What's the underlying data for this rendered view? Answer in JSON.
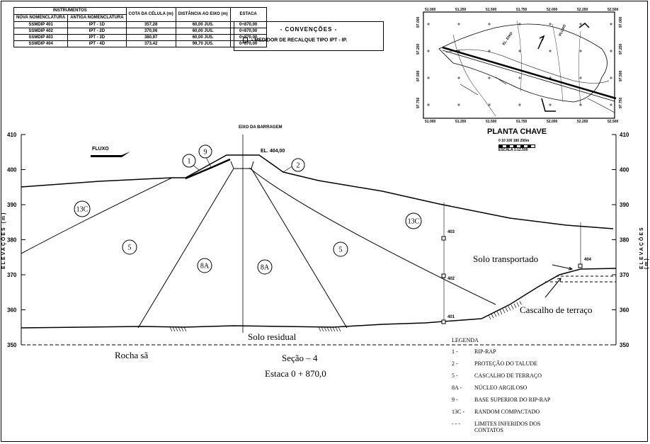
{
  "instruments_table": {
    "headers": [
      "INSTRUMENTOS",
      "NOVA NOMENCLATURA",
      "ANTIGA NOMENCLATURA",
      "COTA DA CÉLULA (m)",
      "DISTÂNCIA AO EIXO (m)",
      "ESTACA"
    ],
    "rows": [
      [
        "SSMDIP 401",
        "IPT - 1D",
        "357,28",
        "60,00 JUS.",
        "0+870,00"
      ],
      [
        "SSMDIP 402",
        "IPT - 2D",
        "370,06",
        "60,00 JUS.",
        "0+870,00"
      ],
      [
        "SSMDIP 403",
        "IPT - 3D",
        "380,97",
        "60,00 JUS.",
        "0+870,00"
      ],
      [
        "SSMDIP 404",
        "IPT - 4D",
        "373,42",
        "99,70 JUS.",
        "0+870,00"
      ]
    ]
  },
  "convencoes": {
    "title": "- CONVENÇÕES -",
    "item": "- MEDIDOR DE RECALQUE TIPO IPT - IP."
  },
  "key_map": {
    "title": "PLANTA CHAVE",
    "scale_ticks": "0 10 100 180 250m",
    "scale": "ESCALA 1:12.500",
    "top_coords": [
      "51.000",
      "51.250",
      "51.500",
      "51.750",
      "52.000",
      "52.250",
      "52.500"
    ],
    "bottom_coords": [
      "51.000",
      "51.250",
      "51.500",
      "51.750",
      "52.000",
      "52.250",
      "52.500"
    ],
    "left_coords": [
      "97.000",
      "97.250",
      "97.500",
      "97.750"
    ],
    "right_coords": [
      "97.000",
      "97.250",
      "97.500",
      "97.750"
    ],
    "labels": {
      "axis": "EL. EIXO",
      "flow": "FLUXO"
    }
  },
  "section": {
    "axis_title": "EIXO DA BARRAGEM",
    "elevation_label": "EL. 404,00",
    "flow_label": "FLUXO",
    "y_axis_label": "ELEVAÇÕES (m)",
    "y_ticks": [
      "410",
      "400",
      "390",
      "380",
      "370",
      "360",
      "350"
    ],
    "zones": [
      "1",
      "9",
      "2",
      "13C",
      "5",
      "8A",
      "8A",
      "5",
      "13C"
    ],
    "instruments": [
      "403",
      "402",
      "401",
      "404"
    ],
    "solo_transportado": "Solo transportado",
    "cascalho": "Cascalho de terraço",
    "solo_residual": "Solo residual",
    "rocha": "Rocha sã",
    "secao": "Seção – 4",
    "estaca": "Estaca 0 + 870,0"
  },
  "legend": {
    "title": "LEGENDA",
    "items": [
      {
        "code": "1 -",
        "desc": "RIP-RAP"
      },
      {
        "code": "2 -",
        "desc": "PROTEÇÃO DO TALUDE"
      },
      {
        "code": "5 -",
        "desc": "CASCALHO DE TERRAÇO"
      },
      {
        "code": "8A -",
        "desc": "NÚCLEO ARGILOSO"
      },
      {
        "code": "9 -",
        "desc": "BASE SUPERIOR DO RIP-RAP"
      },
      {
        "code": "13C -",
        "desc": "RANDOM COMPACTADO"
      },
      {
        "code": "- - -",
        "desc": "LIMITES INFERIDOS DOS CONTATOS"
      }
    ]
  }
}
